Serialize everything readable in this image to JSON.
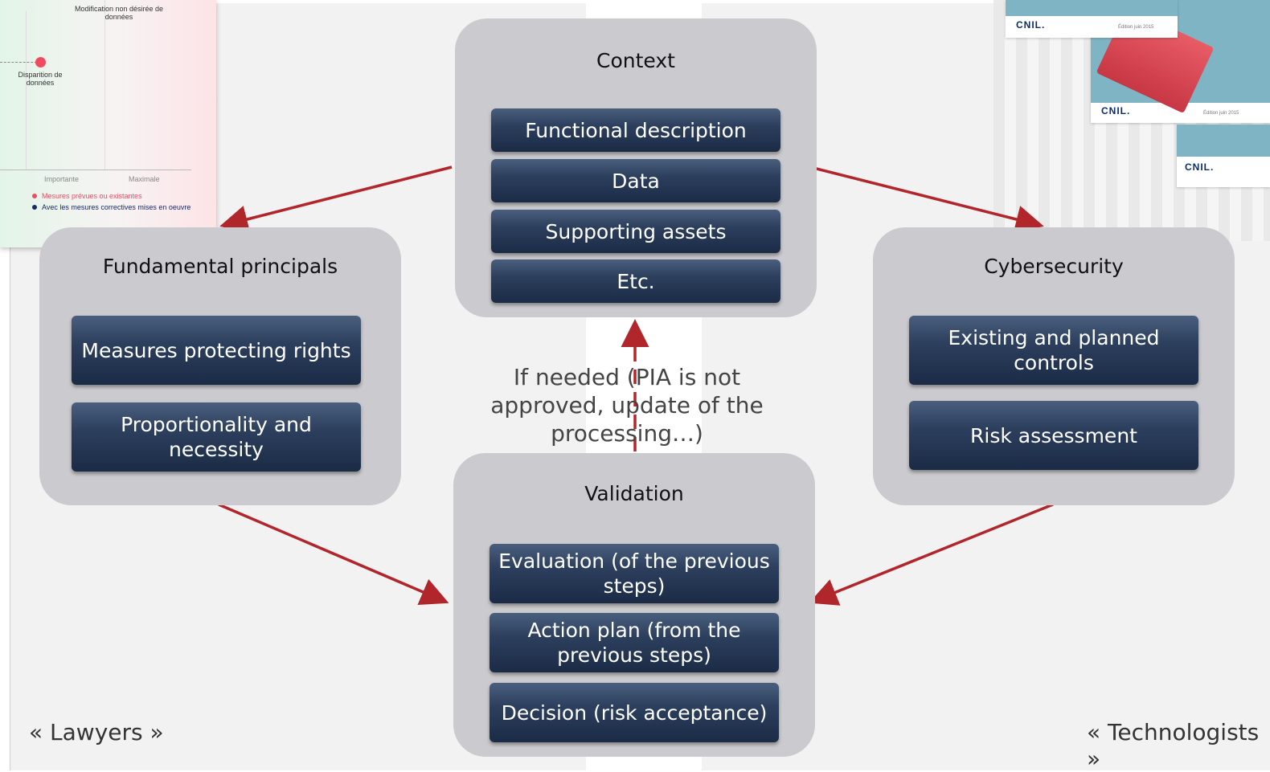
{
  "groups": {
    "context": {
      "title": "Context",
      "items": [
        "Functional description",
        "Data",
        "Supporting assets",
        "Etc."
      ]
    },
    "fundamental": {
      "title": "Fundamental principals",
      "items": [
        "Measures protecting rights",
        "Proportionality and necessity"
      ]
    },
    "cybersecurity": {
      "title": "Cybersecurity",
      "items": [
        "Existing and planned controls",
        "Risk assessment"
      ]
    },
    "validation": {
      "title": "Validation",
      "items": [
        "Evaluation (of the previous steps)",
        "Action plan (from the previous steps)",
        "Decision (risk acceptance)"
      ]
    }
  },
  "loop_note": "If needed (PIA is not approved, update of the processing…)",
  "footer": {
    "left": "« Lawyers »",
    "right": "« Technologists »"
  },
  "thumbnail": {
    "label_modification": "Modification non désirée de données",
    "label_disparition": "Disparition de données",
    "axis_importante": "Importante",
    "axis_maximale": "Maximale",
    "legend_1": "Mesures prévues ou existantes",
    "legend_2": "Avec les mesures correctives mises en oeuvre"
  },
  "covers": {
    "brand": "CNIL.",
    "edition": "Édition juin 2015"
  },
  "colors": {
    "arrow": "#b0262b",
    "box": "#1b2b46",
    "group": "#cbcbcf",
    "legend_red": "#f04a5e",
    "legend_navy": "#1a2a66"
  }
}
